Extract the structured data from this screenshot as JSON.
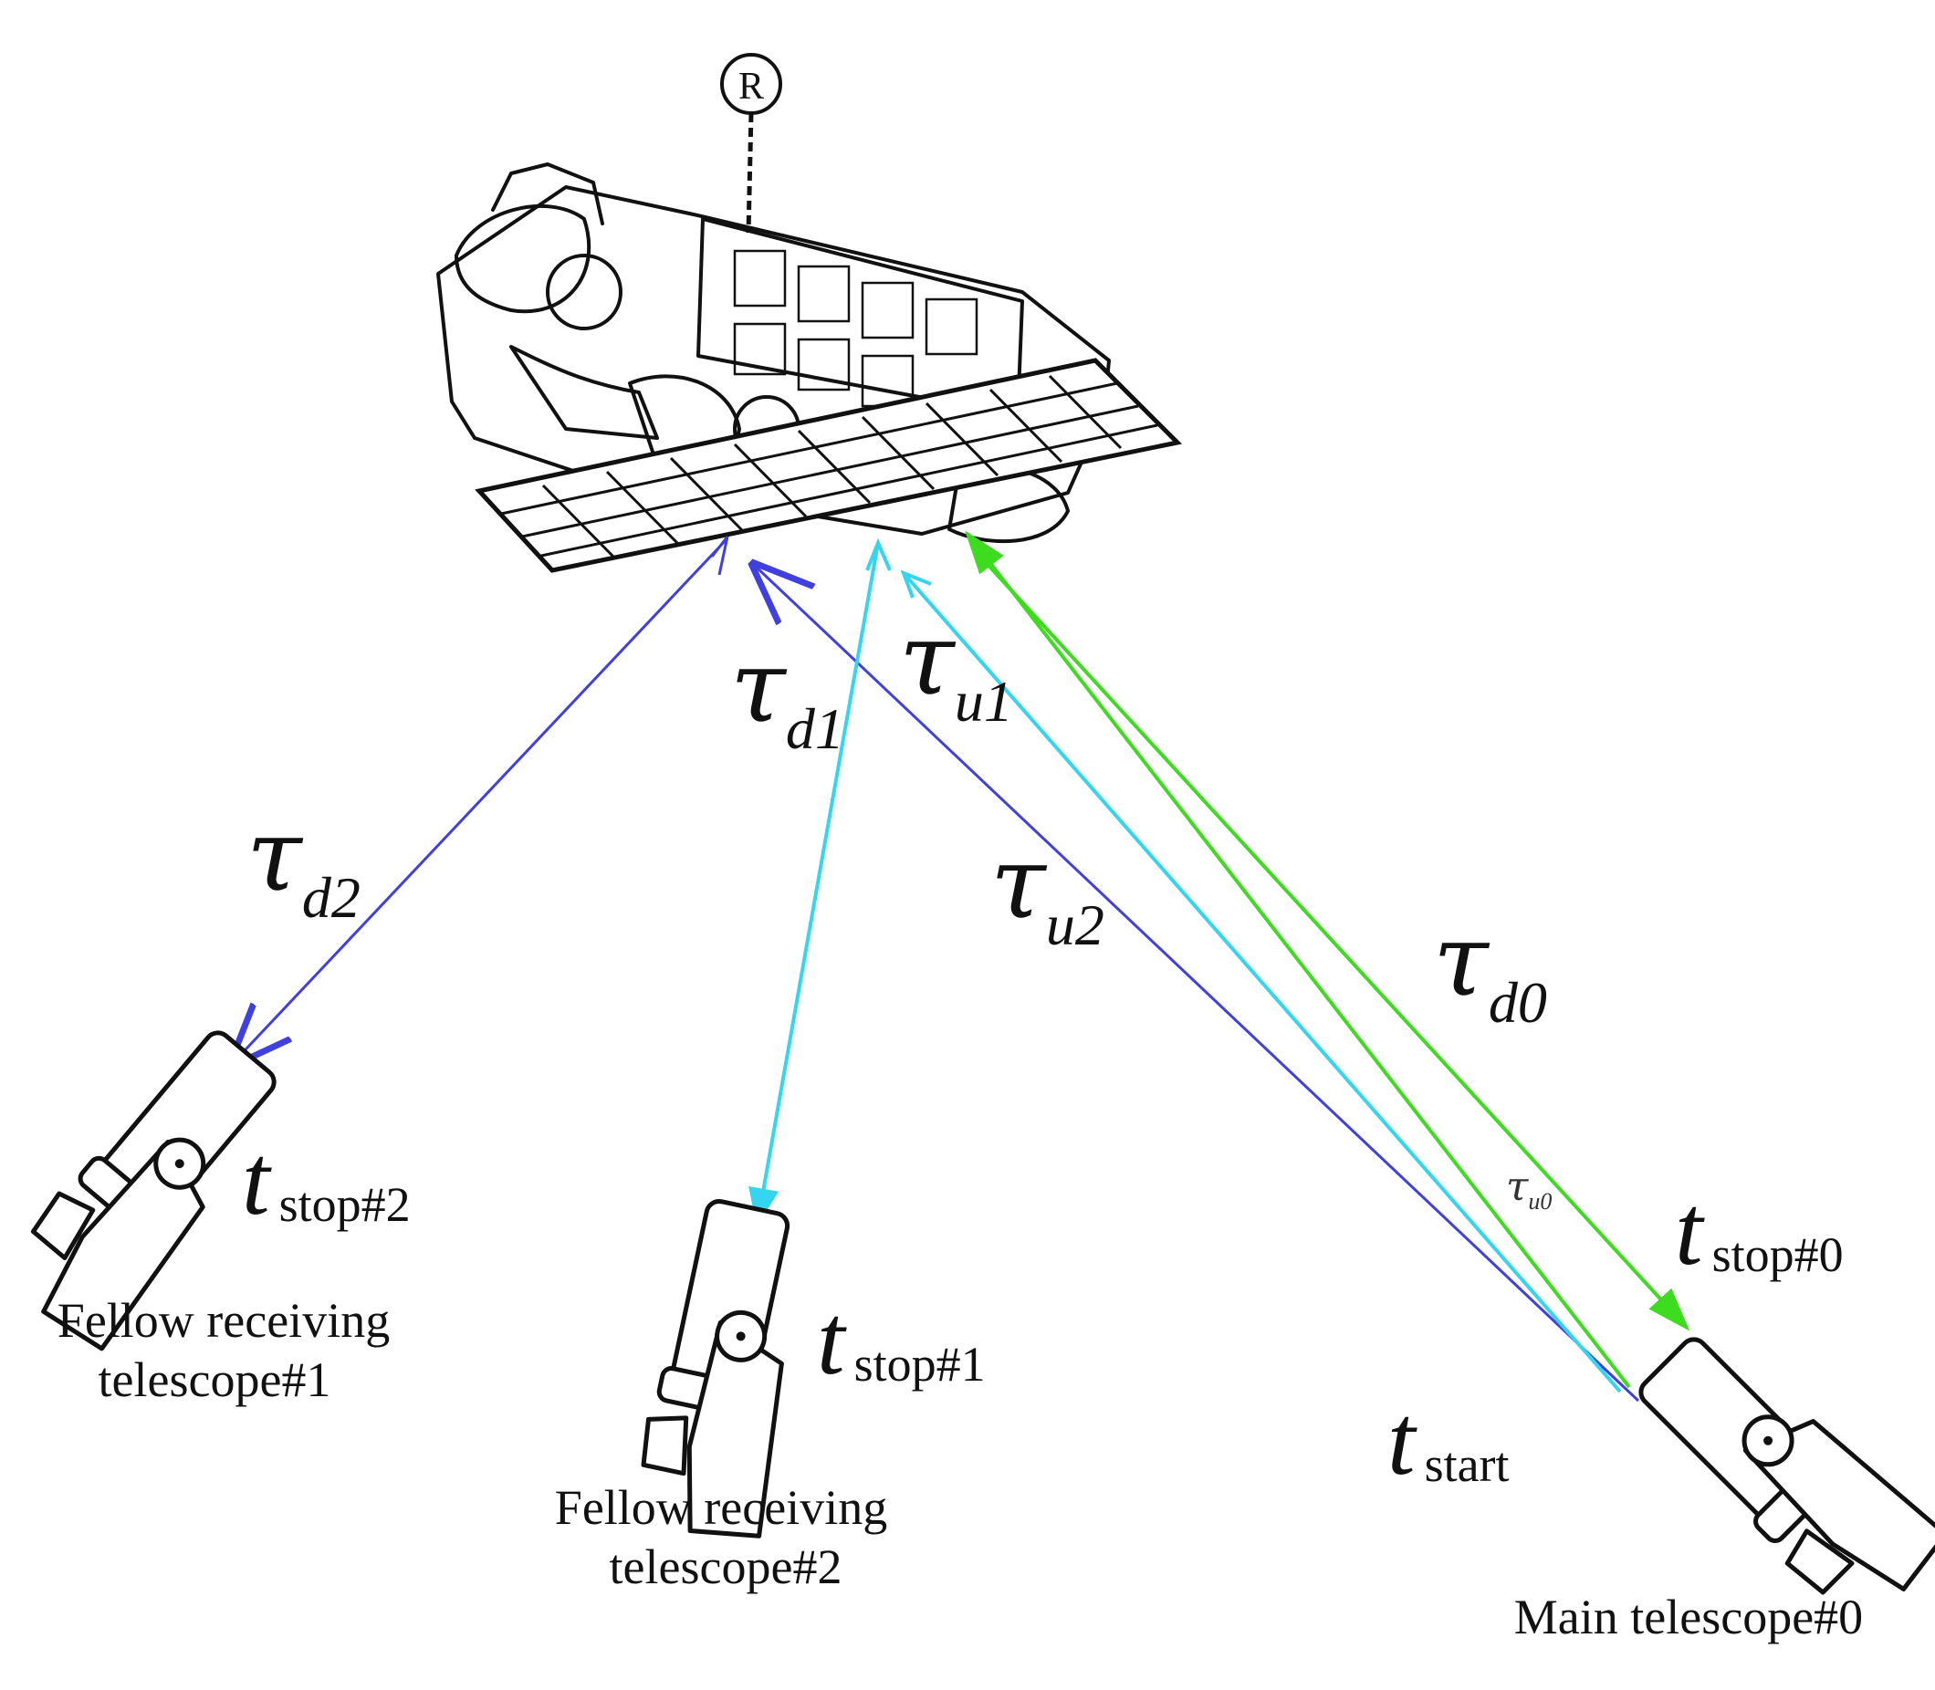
{
  "labels": {
    "tau_d1": {
      "sym": "τ",
      "sub": "d1"
    },
    "tau_u1": {
      "sym": "τ",
      "sub": "u1"
    },
    "tau_d2": {
      "sym": "τ",
      "sub": "d2"
    },
    "tau_u2": {
      "sym": "τ",
      "sub": "u2"
    },
    "tau_d0": {
      "sym": "τ",
      "sub": "d0"
    },
    "tau_u0": {
      "sym": "τ",
      "sub": "u0"
    },
    "t_stop2": {
      "sym": "t",
      "sub": "stop#2"
    },
    "t_stop1": {
      "sym": "t",
      "sub": "stop#1"
    },
    "t_stop0": {
      "sym": "t",
      "sub": "stop#0"
    },
    "t_start": {
      "sym": "t",
      "sub": "start"
    }
  },
  "telescopes": {
    "fellow1": {
      "line1": "Fellow receiving",
      "line2": "telescope#1"
    },
    "fellow2": {
      "line1": "Fellow receiving",
      "line2": "telescope#2"
    },
    "main": {
      "line1": "Main telescope#0"
    }
  },
  "satellite": {
    "beacon_glyph": "R"
  },
  "colors": {
    "link_blue": "#4040e0",
    "link_cyan": "#33d6ee",
    "link_green": "#3ddc1f",
    "ink": "#111111"
  },
  "icons": [
    "satellite-icon",
    "telescope-icon"
  ]
}
